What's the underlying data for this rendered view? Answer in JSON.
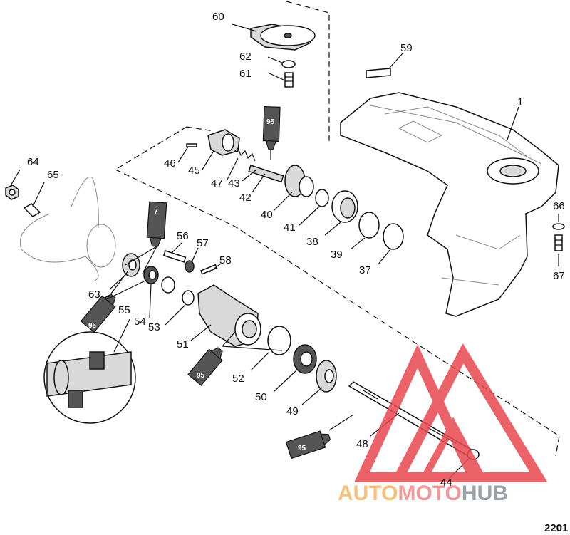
{
  "diagram": {
    "part_numbers": {
      "p60": "60",
      "p62": "62",
      "p61": "61",
      "p59": "59",
      "p1": "1",
      "p64": "64",
      "p65": "65",
      "p46": "46",
      "p45": "45",
      "p47": "47",
      "p43": "43",
      "p42": "42",
      "p40": "40",
      "p41": "41",
      "p38": "38",
      "p39": "39",
      "p37": "37",
      "p66": "66",
      "p67": "67",
      "p56": "56",
      "p57": "57",
      "p58": "58",
      "p63": "63",
      "p55": "55",
      "p54": "54",
      "p53": "53",
      "p51": "51",
      "p52": "52",
      "p50": "50",
      "p49": "49",
      "p48": "48",
      "p44": "44"
    },
    "lubricant_tubes": {
      "top": "95",
      "left_top": "7",
      "left_bottom": "95",
      "center": "95",
      "bottom": "95"
    },
    "figure_id": "2201",
    "watermark": {
      "text_a": "AUTO",
      "text_b": "MOTO",
      "text_c": "HUB",
      "colors": {
        "auto": "#f6c07a",
        "moto": "#f29a9a",
        "hub": "#9aa0a6",
        "triangle": "#e8474e"
      }
    }
  }
}
